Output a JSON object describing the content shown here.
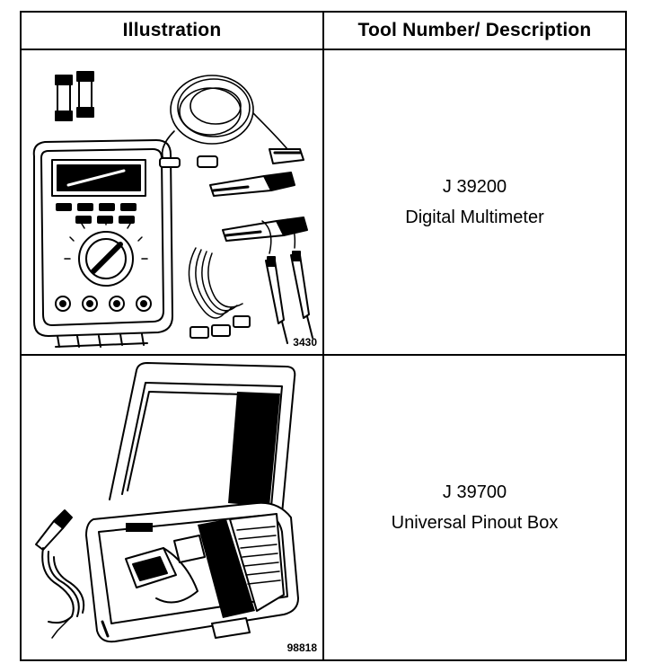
{
  "header": {
    "illustration": "Illustration",
    "tool_description": "Tool Number/ Description"
  },
  "rows": [
    {
      "figure_number": "3430",
      "tool_number": "J 39200",
      "description": "Digital Multimeter",
      "icon": "multimeter-icon"
    },
    {
      "figure_number": "98818",
      "tool_number": "J 39700",
      "description": "Universal Pinout Box",
      "icon": "pinout-box-icon"
    }
  ]
}
